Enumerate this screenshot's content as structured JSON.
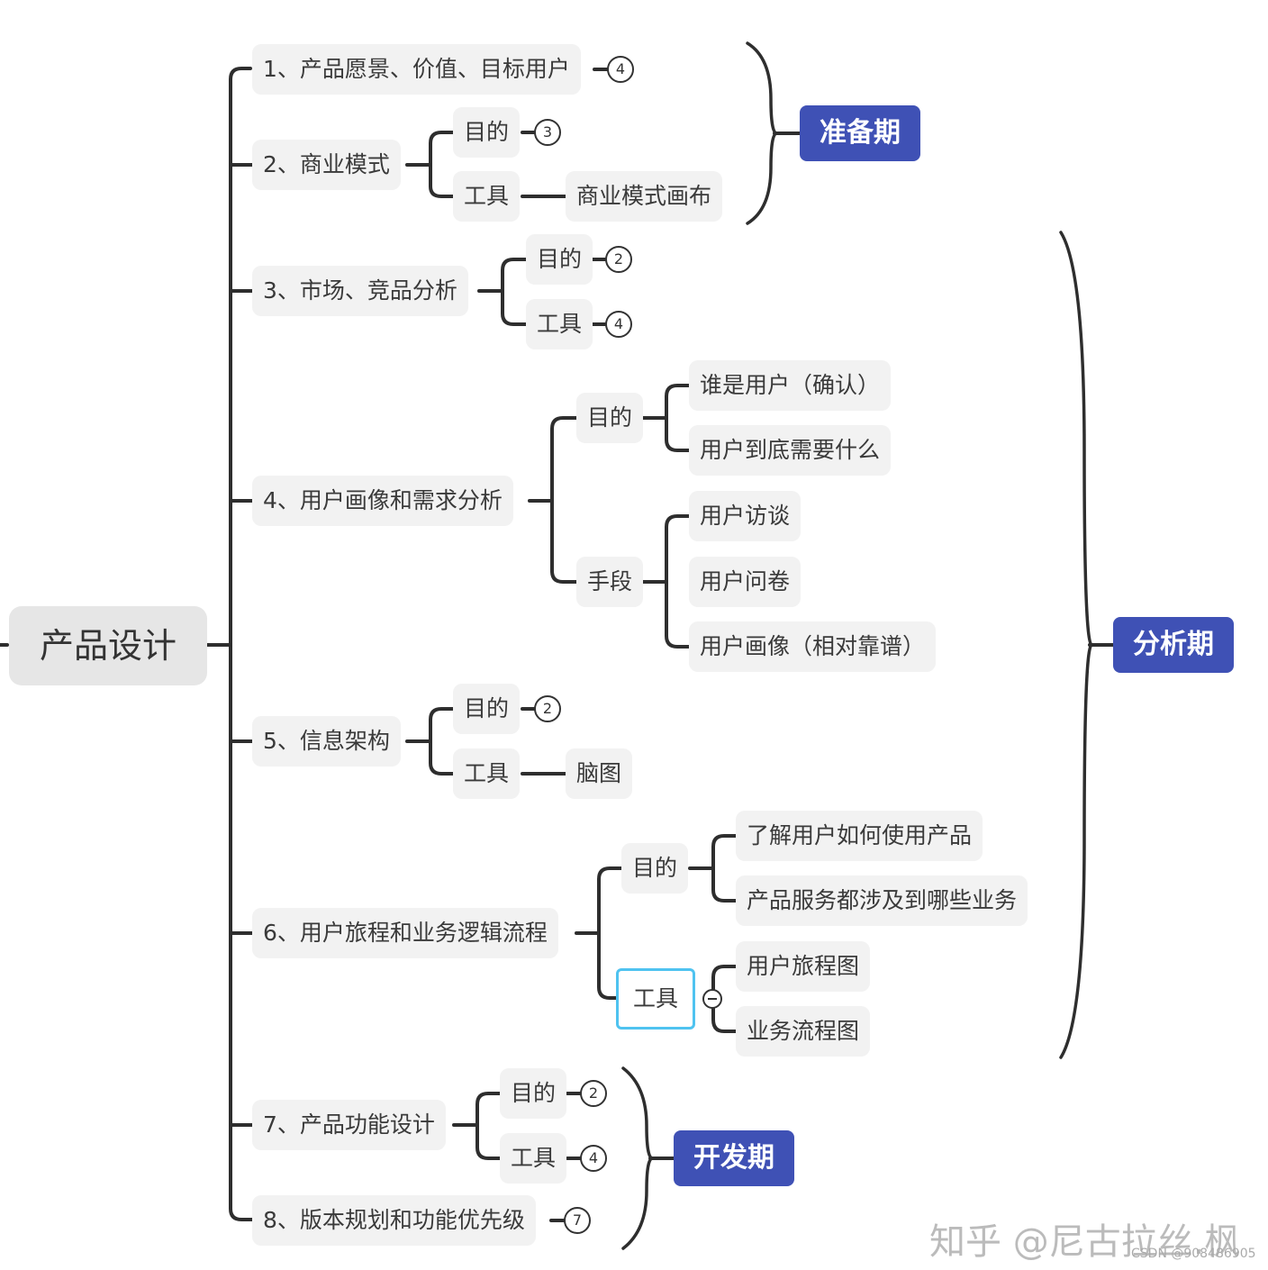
{
  "root": {
    "label": "产品设计"
  },
  "items": {
    "n1": {
      "label": "1、产品愿景、价值、目标用户",
      "badge": "4"
    },
    "n2": {
      "label": "2、商业模式",
      "goal": {
        "label": "目的",
        "badge": "3"
      },
      "tool": {
        "label": "工具",
        "leaf": "商业模式画布"
      }
    },
    "n3": {
      "label": "3、市场、竞品分析",
      "goal": {
        "label": "目的",
        "badge": "2"
      },
      "tool": {
        "label": "工具",
        "badge": "4"
      }
    },
    "n4": {
      "label": "4、用户画像和需求分析",
      "goal": {
        "label": "目的",
        "children": [
          "谁是用户（确认）",
          "用户到底需要什么"
        ]
      },
      "means": {
        "label": "手段",
        "children": [
          "用户访谈",
          "用户问卷",
          "用户画像（相对靠谱）"
        ]
      }
    },
    "n5": {
      "label": "5、信息架构",
      "goal": {
        "label": "目的",
        "badge": "2"
      },
      "tool": {
        "label": "工具",
        "leaf": "脑图"
      }
    },
    "n6": {
      "label": "6、用户旅程和业务逻辑流程",
      "goal": {
        "label": "目的",
        "children": [
          "了解用户如何使用产品",
          "产品服务都涉及到哪些业务"
        ]
      },
      "tool": {
        "label": "工具",
        "children": [
          "用户旅程图",
          "业务流程图"
        ]
      }
    },
    "n7": {
      "label": "7、产品功能设计",
      "goal": {
        "label": "目的",
        "badge": "2"
      },
      "tool": {
        "label": "工具",
        "badge": "4"
      }
    },
    "n8": {
      "label": "8、版本规划和功能优先级",
      "badge": "7"
    }
  },
  "phases": {
    "prep": "准备期",
    "analysis": "分析期",
    "dev": "开发期"
  },
  "watermark": "知乎 @尼古拉丝.枫",
  "csdn": "CSDN @908486905",
  "colors": {
    "phase": "#3f51b5",
    "node": "#f2f2f2",
    "line": "#333333",
    "selected": "#4fc3f0"
  }
}
